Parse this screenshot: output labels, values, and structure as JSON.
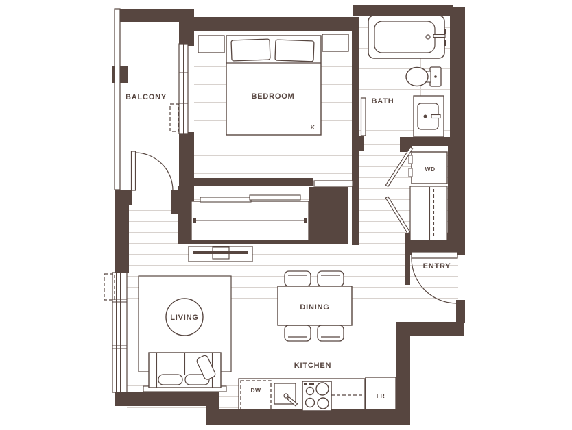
{
  "plan": {
    "type": "apartment-floor-plan",
    "colors": {
      "wall": "#574640",
      "outline": "#574640",
      "floor": "#ffffff",
      "floor_line": "#d8d2ce"
    },
    "labels": {
      "balcony": "BALCONY",
      "bedroom": "BEDROOM",
      "bed_size": "K",
      "bath": "BATH",
      "washer_dryer": "WD",
      "entry": "ENTRY",
      "living": "LIVING",
      "dining": "DINING",
      "kitchen": "KITCHEN",
      "dishwasher": "DW",
      "fridge": "FR"
    }
  }
}
